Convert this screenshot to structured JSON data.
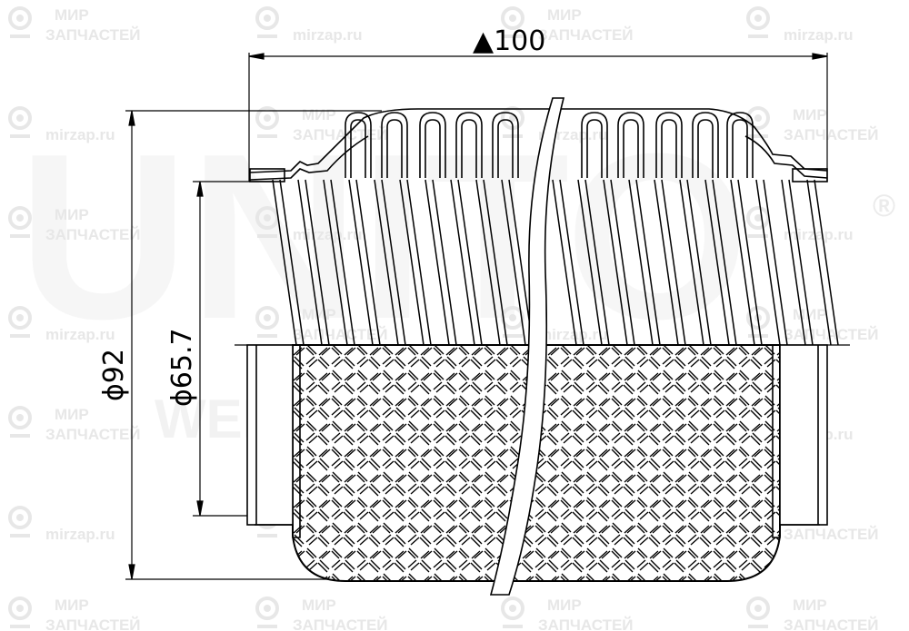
{
  "dimensions": {
    "length": "▲100",
    "outer_diameter": "ϕ92",
    "inner_diameter": "ϕ65.7"
  },
  "watermark": {
    "brand_line1": "МИР",
    "brand_line2": "ЗАПЧАСТЕЙ",
    "site": "mirzap.ru",
    "logo": "UNITO",
    "registered": "®",
    "sub": "WEB"
  },
  "colors": {
    "line": "#000000",
    "watermark": "#e7e7e7",
    "background": "#ffffff"
  },
  "icons": {
    "watermark_logo": "map-pin-icon"
  }
}
